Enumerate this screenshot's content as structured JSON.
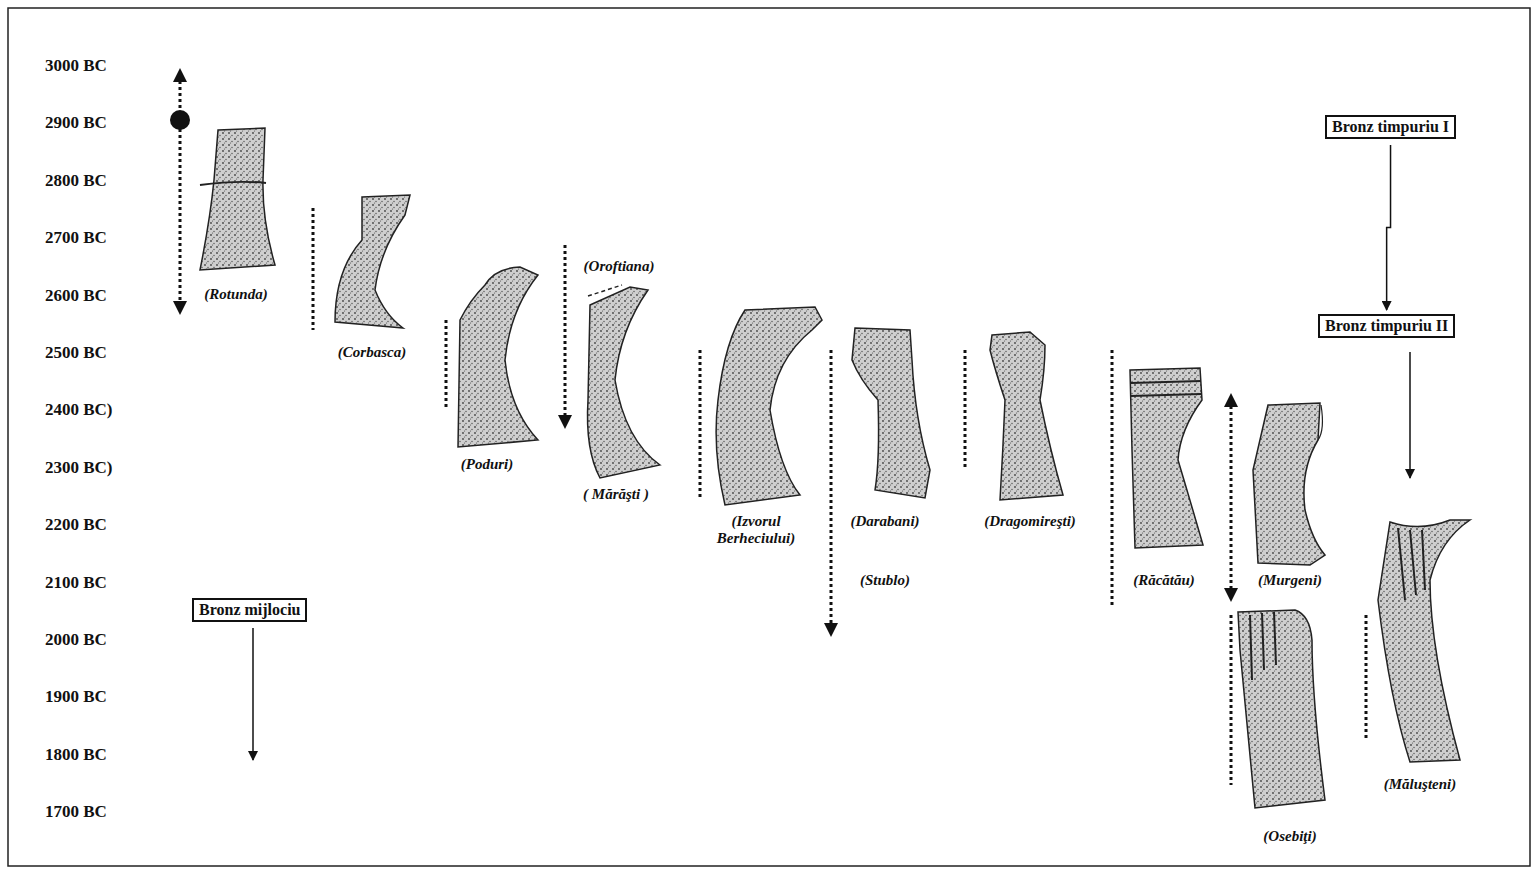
{
  "diagram": {
    "nodes": [
      {
        "text": [
          "Bronz timpuriu I"
        ]
      },
      {
        "text": [
          "Bronz timpuriu II"
        ]
      },
      {
        "text": [
          "Bronz mijlociu"
        ]
      }
    ],
    "edges": [
      {
        "from": 0,
        "to": 1,
        "arrow": "to"
      }
    ],
    "labels": [
      "3000 BC",
      "2900 BC",
      "2800 BC",
      "2700 BC",
      "2600 BC",
      "2500 BC",
      "2400 BC)",
      "2300 BC)",
      "2200 BC",
      "2100 BC",
      "2000 BC",
      "1900 BC",
      "1800 BC",
      "1700 BC",
      "(Rotunda)",
      "(Corbasca)",
      "(Oroftiana)",
      "(Poduri)",
      "( Mărăşti )",
      "(Izvorul Berheciului)",
      "(Darabani)",
      "(Stublo)",
      "(Dragomireşti)",
      "(Răcătău)",
      "(Murgeni)",
      "(Osebiţi)",
      "(Măluşteni)"
    ]
  }
}
